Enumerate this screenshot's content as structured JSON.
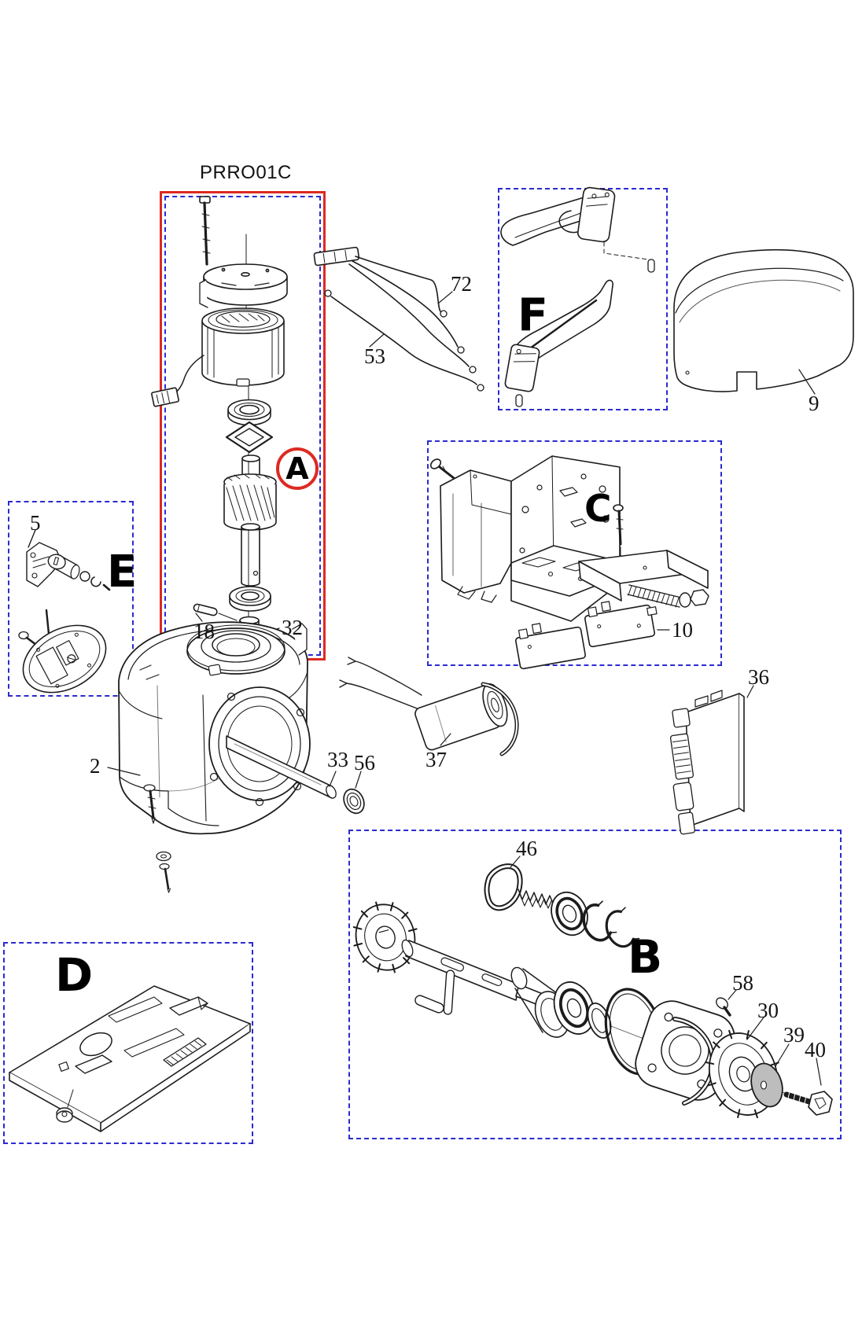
{
  "diagram": {
    "title": "PRRO01C",
    "type": "exploded-parts-diagram",
    "sections": [
      {
        "id": "A",
        "label": "A",
        "box_style": "red-solid-highlight"
      },
      {
        "id": "B",
        "label": "B",
        "box_style": "blue-dashed"
      },
      {
        "id": "C",
        "label": "C",
        "box_style": "blue-dashed"
      },
      {
        "id": "D",
        "label": "D",
        "box_style": "blue-dashed"
      },
      {
        "id": "E",
        "label": "E",
        "box_style": "blue-dashed"
      },
      {
        "id": "F",
        "label": "F",
        "box_style": "blue-dashed"
      }
    ],
    "callouts": [
      {
        "part": "72"
      },
      {
        "part": "53"
      },
      {
        "part": "9"
      },
      {
        "part": "5"
      },
      {
        "part": "10"
      },
      {
        "part": "36"
      },
      {
        "part": "2"
      },
      {
        "part": "33"
      },
      {
        "part": "56"
      },
      {
        "part": "37"
      },
      {
        "part": "18"
      },
      {
        "part": "32"
      },
      {
        "part": "46"
      },
      {
        "part": "58"
      },
      {
        "part": "30"
      },
      {
        "part": "39"
      },
      {
        "part": "40"
      }
    ],
    "colors": {
      "highlight_box": "#dd2a21",
      "group_box": "#2b2bd0",
      "line": "#1c1c1c",
      "washer_fill": "#bdbdbd",
      "background": "#ffffff"
    }
  }
}
